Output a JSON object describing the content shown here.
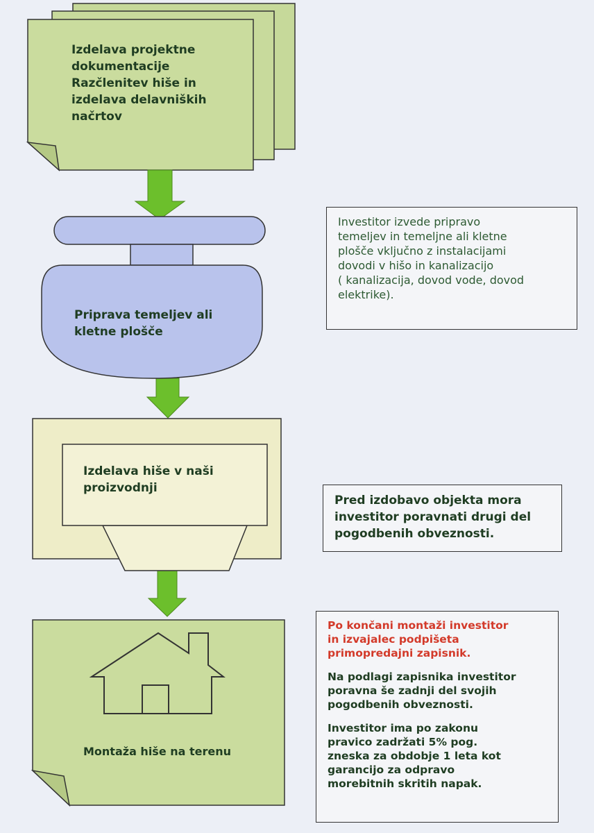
{
  "steps": [
    {
      "label": "Izdelava projektne\ndokumentacije\nRazčlenitev hiše in\nizdelava delavniških\nnačrtov"
    },
    {
      "label": "Priprava temeljev ali\nkletne plošče"
    },
    {
      "label": "Izdelava hiše v naši\nproizvodnji"
    },
    {
      "label": "Montaža hiše na terenu"
    }
  ],
  "notes": {
    "foundation": "Investitor izvede pripravo\ntemeljev in temeljne ali kletne\nplošče vključno z instalacijami\ndovodi v hišo in kanalizacijo\n( kanalizacija, dovod vode, dovod\nelektrike).",
    "delivery": "Pred izdobavo objekta mora\ninvestitor poravnati drugi del\npogodbenih obveznosti.",
    "assembly_red": "Po končani montaži investitor\nin izvajalec podpišeta\nprimopredajni zapisnik.",
    "assembly_payment": "Na podlagi zapisnika investitor\nporavna še zadnji del svojih\npogodbenih obveznosti.",
    "assembly_warranty": "Investitor ima po zakonu\npravico zadržati 5% pog.\nzneska za obdobje 1 leta kot\ngarancijo za odpravo\nmorebitnih skritih napak."
  },
  "colors": {
    "arrow": "#6cbf2c",
    "doc": "#cadc9e",
    "blue": "#b9c3ec",
    "yellow": "#eeedc8"
  }
}
